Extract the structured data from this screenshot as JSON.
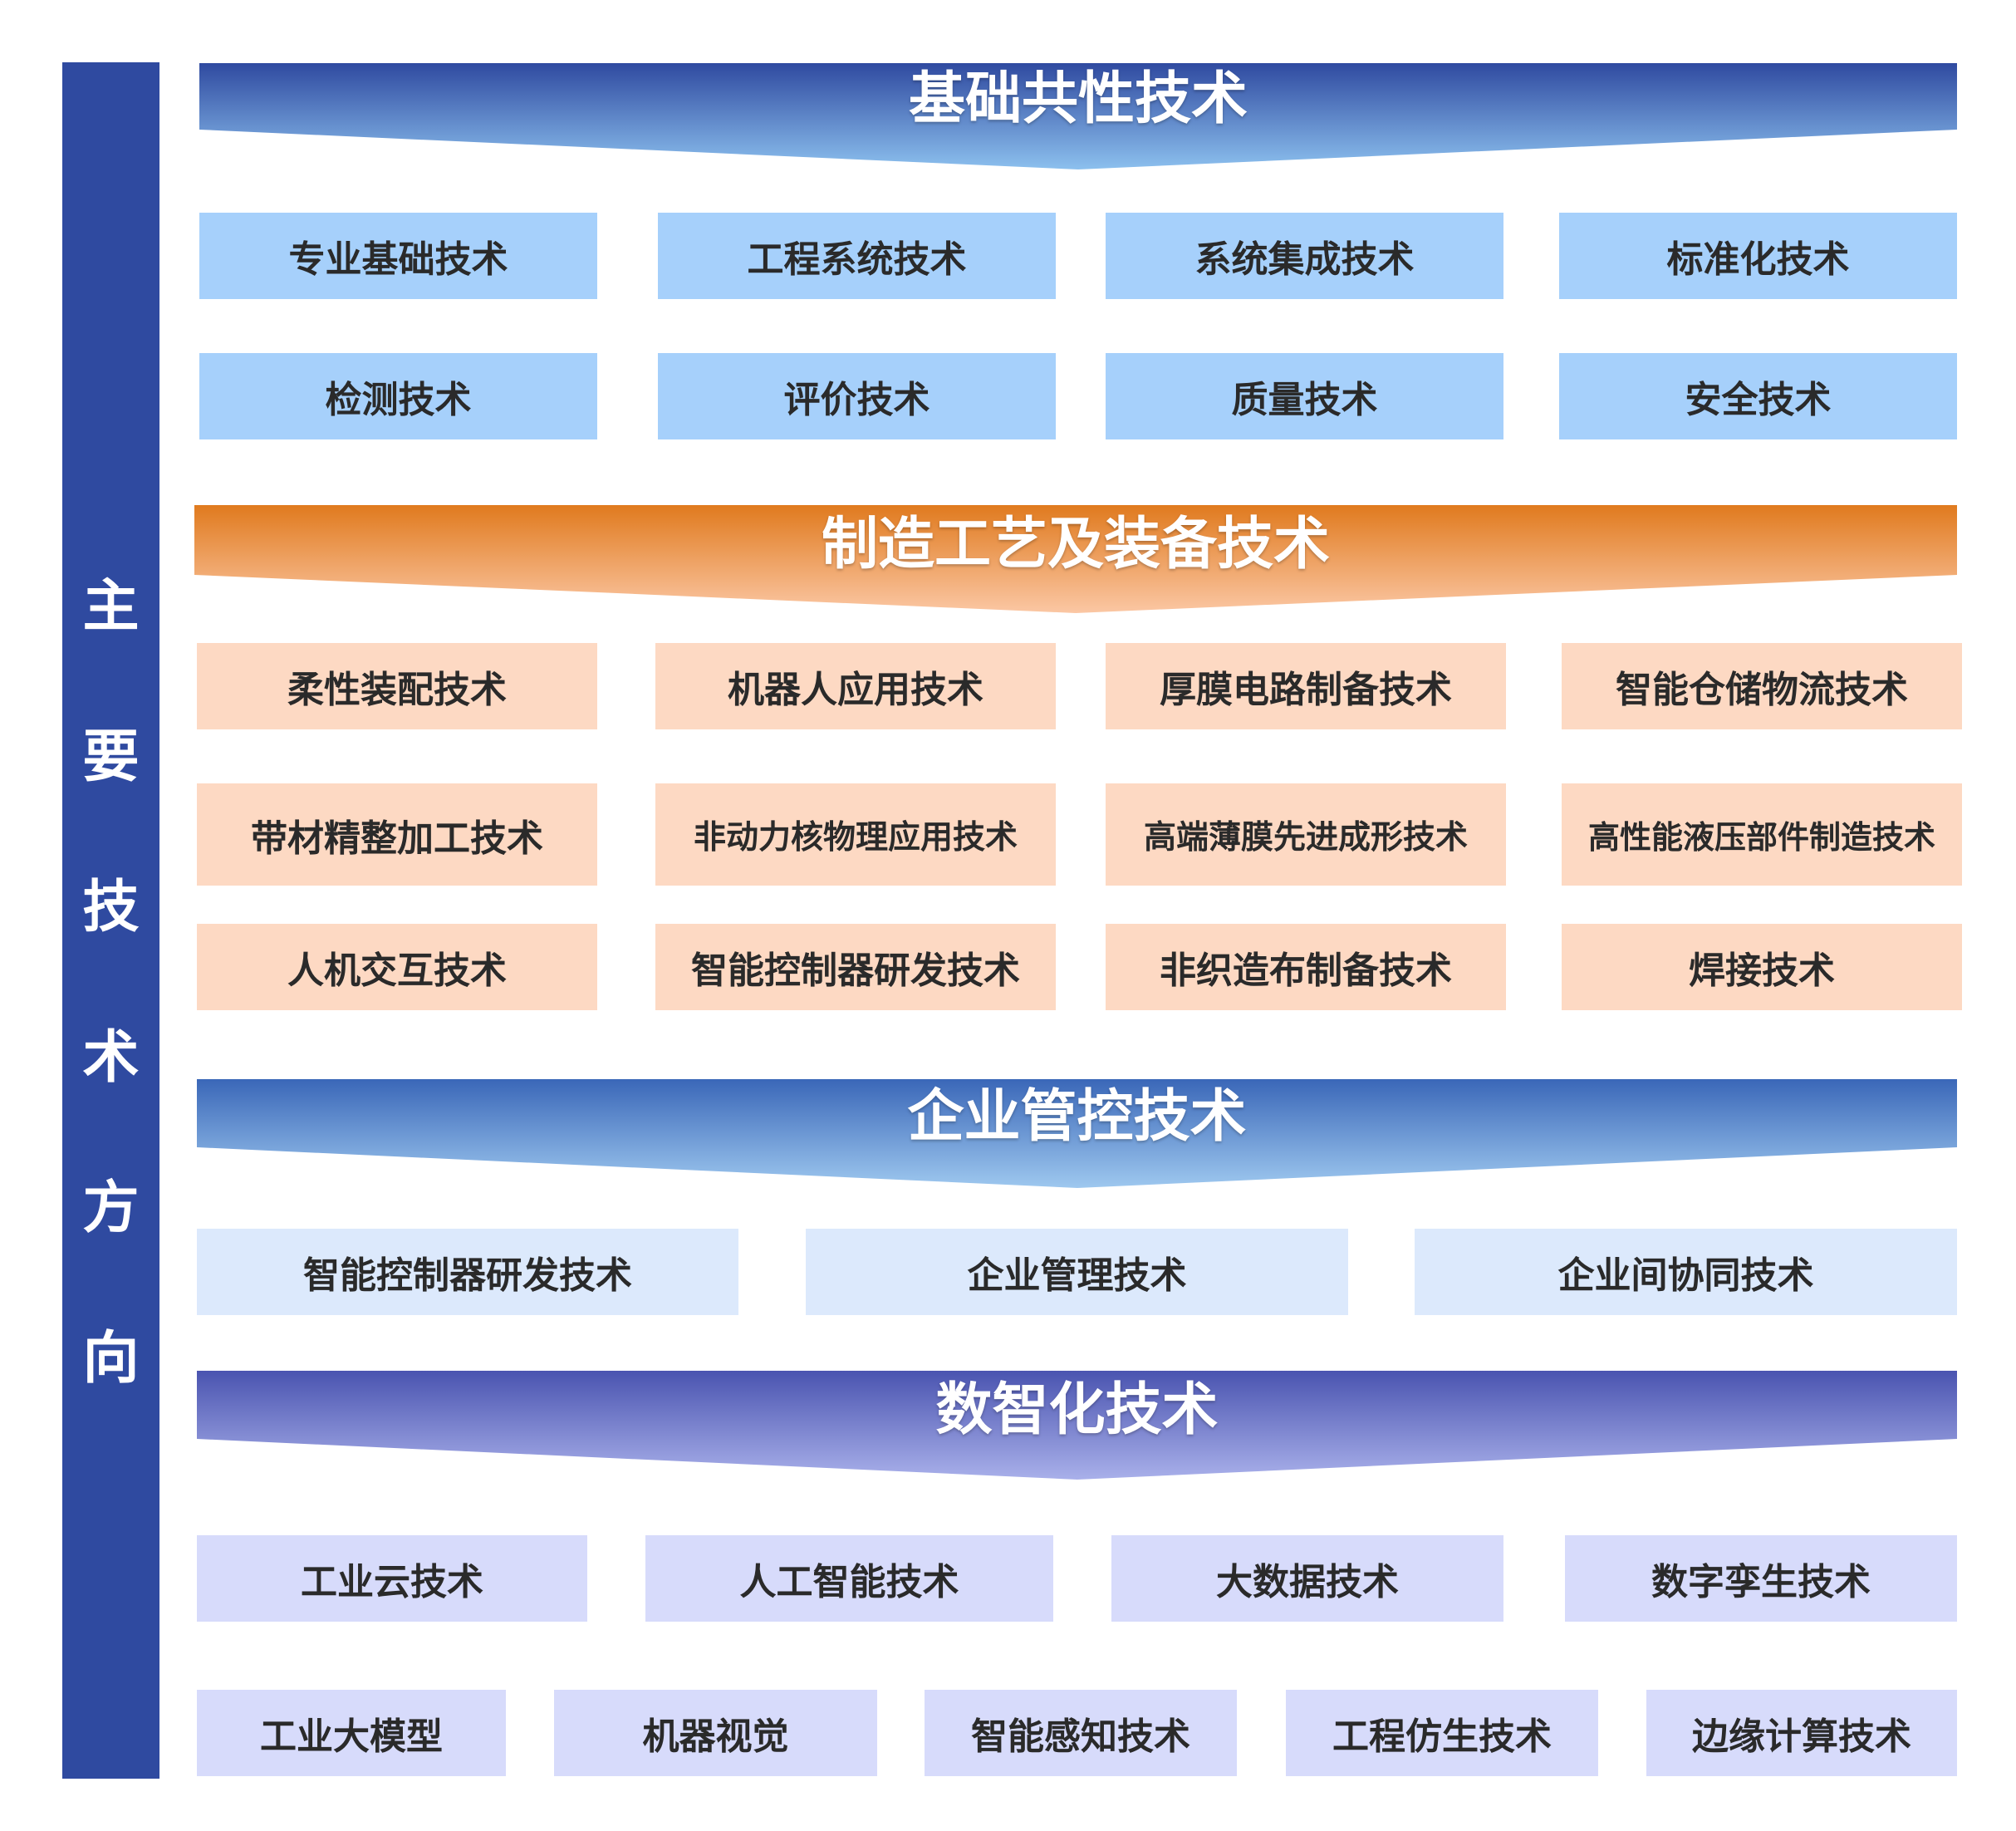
{
  "side_label": [
    "主",
    "要",
    "技",
    "术",
    "方",
    "向"
  ],
  "colors": {
    "side_bar": "#2f4aa0",
    "blue_banner_top": "#2f4aa0",
    "blue_banner_bottom": "#8cc0ee",
    "orange_banner_top": "#e07a1e",
    "orange_banner_bottom": "#fbc7a4",
    "purple_banner_top": "#4a54b0",
    "purple_banner_bottom": "#a9b0ea",
    "basic_box": "#a6d0fb",
    "manufacturing_box": "#fdd9c3",
    "management_box": "#dce9fc",
    "digital_box": "#d7dbfb"
  },
  "sections": {
    "basic": {
      "title": "基础共性技术",
      "items": [
        "专业基础技术",
        "工程系统技术",
        "系统集成技术",
        "标准化技术",
        "检测技术",
        "评价技术",
        "质量技术",
        "安全技术"
      ]
    },
    "manufacturing": {
      "title": "制造工艺及装备技术",
      "items": [
        "柔性装配技术",
        "机器人应用技术",
        "厚膜电路制备技术",
        "智能仓储物流技术",
        "带材精整加工技术",
        "非动力核物理应用技术",
        "高端薄膜先进成形技术",
        "高性能液压部件制造技术",
        "人机交互技术",
        "智能控制器研发技术",
        "非织造布制备技术",
        "焊接技术"
      ]
    },
    "management": {
      "title": "企业管控技术",
      "items": [
        "智能控制器研发技术",
        "企业管理技术",
        "企业间协同技术"
      ]
    },
    "digital": {
      "title": "数智化技术",
      "items": [
        "工业云技术",
        "人工智能技术",
        "大数据技术",
        "数字孪生技术",
        "工业大模型",
        "机器视觉",
        "智能感知技术",
        "工程仿生技术",
        "边缘计算技术"
      ]
    }
  }
}
